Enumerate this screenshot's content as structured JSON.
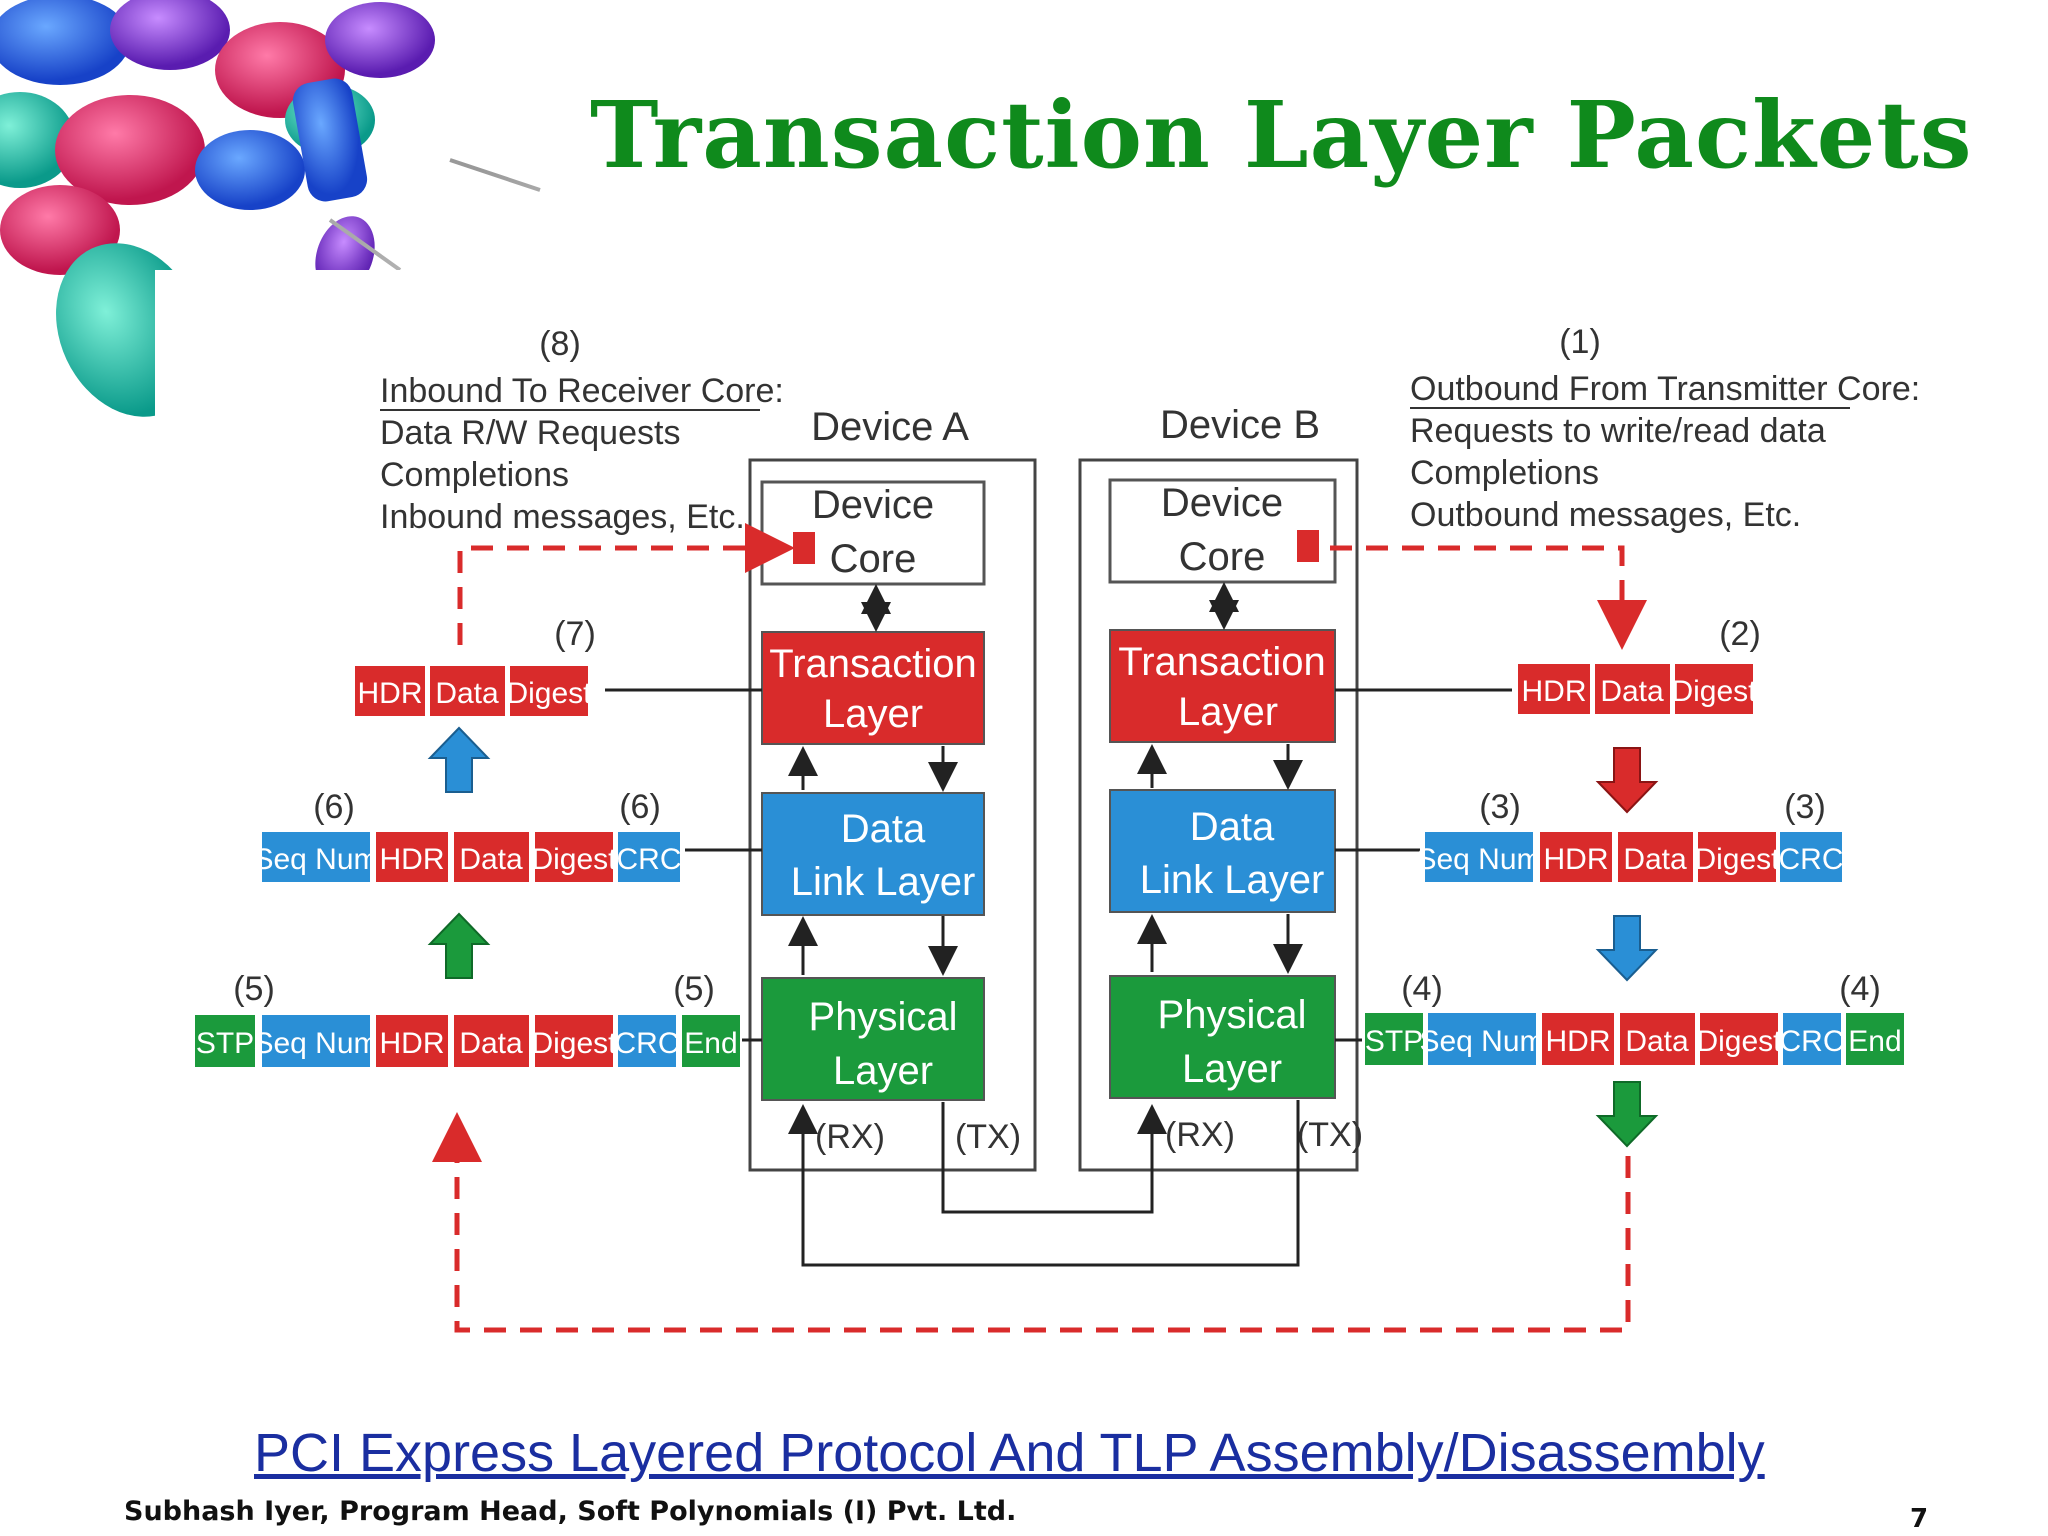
{
  "slide": {
    "title": "Transaction Layer Packets",
    "caption_link": "PCI Express Layered Protocol And TLP Assembly/Disassembly",
    "footer": "Subhash Iyer, Program Head, Soft Polynomials (I) Pvt. Ltd.",
    "page_number": "7"
  },
  "colors": {
    "title_green": "#0f8a1c",
    "red": "#d92b2b",
    "blue": "#2a8fd6",
    "green": "#1b9a3c",
    "link_blue": "#1a2ea0"
  },
  "diagram": {
    "step_labels": {
      "s1": "(1)",
      "s2": "(2)",
      "s3a": "(3)",
      "s3b": "(3)",
      "s4a": "(4)",
      "s4b": "(4)",
      "s5a": "(5)",
      "s5b": "(5)",
      "s6a": "(6)",
      "s6b": "(6)",
      "s7": "(7)",
      "s8": "(8)"
    },
    "inbound": {
      "heading": "Inbound To Receiver Core:",
      "line1": "Data R/W Requests",
      "line2": "Completions",
      "line3": "Inbound messages, Etc."
    },
    "outbound": {
      "heading": "Outbound From Transmitter Core:",
      "line1": "Requests to write/read data",
      "line2": "Completions",
      "line3": "Outbound messages, Etc."
    },
    "device_a": {
      "name": "Device A",
      "core_line1": "Device",
      "core_line2": "Core",
      "tl_line1": "Transaction",
      "tl_line2": "Layer",
      "dll_line1": "Data",
      "dll_line2": "Link Layer",
      "pl_line1": "Physical",
      "pl_line2": "Layer",
      "rx": "(RX)",
      "tx": "(TX)"
    },
    "device_b": {
      "name": "Device B",
      "core_line1": "Device",
      "core_line2": "Core",
      "tl_line1": "Transaction",
      "tl_line2": "Layer",
      "dll_line1": "Data",
      "dll_line2": "Link Layer",
      "pl_line1": "Physical",
      "pl_line2": "Layer",
      "rx": "(RX)",
      "tx": "(TX)"
    },
    "fields": {
      "hdr": "HDR",
      "data": "Data",
      "digest": "Digest",
      "seq": "Seq Num",
      "crc": "CRC",
      "stp": "STP",
      "end": "End"
    }
  }
}
